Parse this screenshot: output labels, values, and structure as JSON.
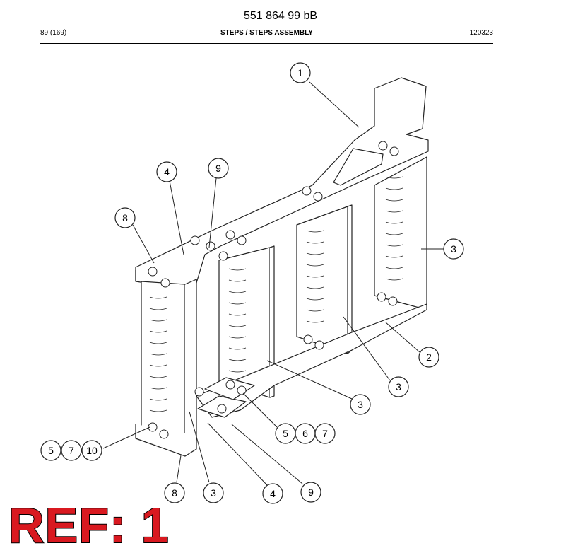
{
  "header": {
    "doc_number": "551 864 99 bB",
    "page": "89 (169)",
    "section_title": "STEPS / STEPS ASSEMBLY",
    "date": "120323"
  },
  "callouts": [
    "1",
    "2",
    "3",
    "3",
    "3",
    "3",
    "4",
    "4",
    "5",
    "5",
    "6",
    "7",
    "7",
    "8",
    "8",
    "9",
    "9",
    "10"
  ],
  "ref_label": "REF: 1"
}
